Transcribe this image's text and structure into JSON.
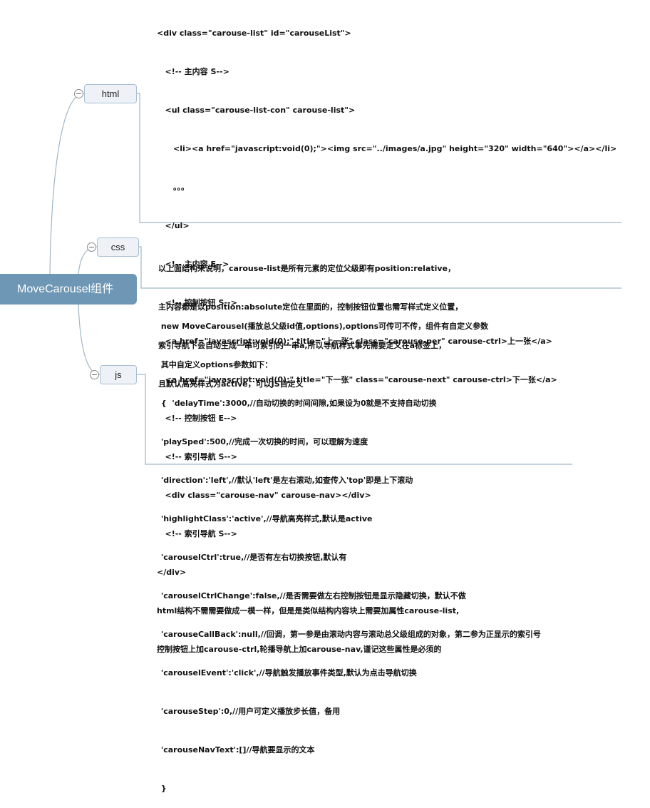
{
  "root": {
    "label": "MoveCarousel组件"
  },
  "branches": [
    {
      "label": "html",
      "lines": [
        "<div class=\"carouse-list\" id=\"carouseList\">",
        "   <!-- 主内容 S-->",
        "   <ul class=\"carouse-list-con\" carouse-list\">",
        "      <li><a href=\"javascript:void(0);\"><img src=\"../images/a.jpg\" height=\"320\" width=\"640\"></a></li>",
        "      。。。",
        "   </ul>",
        "   <!-- 主内容 E-->",
        "   <!-- 控制按钮 S-->",
        "   <a href=\"javascript:void(0);\" title=\"上一张\" class=\"carouse-per\" carouse-ctrl>上一张</a>",
        "   <a href=\"javascript:void(0);\" title=\"下一张\" class=\"carouse-next\" carouse-ctrl>下一张</a>",
        "   <!-- 控制按钮 E-->",
        "   <!-- 索引导航 S-->",
        "   <div class=\"carouse-nav\" carouse-nav></div>",
        "   <!-- 索引导航 S-->",
        "</div>",
        "html结构不需需要做成一模一样，但是是类似结构内容块上需要加属性carouse-list,",
        "控制按钮上加carouse-ctrl,轮播导航上加carouse-nav,谨记这些属性是必须的"
      ]
    },
    {
      "label": "css",
      "lines": [
        "以上面结构来说明，carouse-list是所有元素的定位父级即有position:relative，",
        "主内容都是以position:absolute定位在里面的，控制按钮位置也需写样式定义位置，",
        "索引导航下会自动生成一串可索引的一串a,所以导航样式事先需要定义在a标签上，",
        "且默认高亮样式为active，可以JS自定义"
      ]
    },
    {
      "label": "js",
      "lines": [
        " new MoveCarousel(播放总父级id值,options),options可传可不传，组件有自定义参数",
        " 其中自定义options参数如下：",
        " {  'delayTime':3000,//自动切换的时间间隙,如果设为0就是不支持自动切换",
        " 'playSped':500,//完成一次切换的时间，可以理解为速度",
        " 'direction':'left',//默认'left'是左右滚动,如查传入'top'即是上下滚动",
        " 'highlightClass':'active',//导航高亮样式,默认是active",
        " 'carouselCtrl':true,//是否有左右切换按钮,默认有",
        " 'carouselCtrlChange':false,//是否需要做左右控制按钮是显示隐藏切换，默认不做",
        " 'carouseCallBack':null,//回调，第一参是由滚动内容与滚动总父级组成的对象，第二参为正显示的索引号",
        " 'carouselEvent':'click',//导航触发播放事件类型,默认为点击导航切换",
        " 'carouseStep':0,//用户可定义播放步长值，备用",
        " 'carouseNavText':[]//导航要显示的文本",
        " }"
      ]
    }
  ],
  "colors": {
    "root_bg": "#6e97b5",
    "link": "#9fb6c8",
    "topic_border": "#a9bfd3"
  }
}
